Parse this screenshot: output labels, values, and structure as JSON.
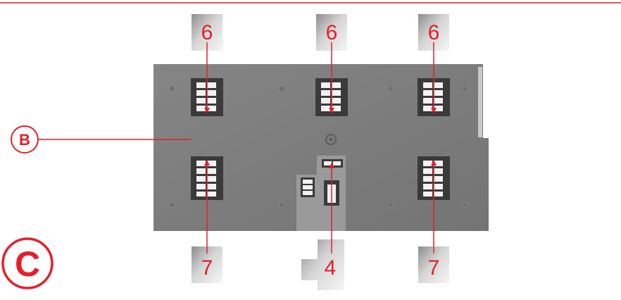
{
  "step_label": "C",
  "callout_label": "B",
  "parts": {
    "top_left": "6",
    "top_center": "6",
    "top_right": "6",
    "bottom_left": "7",
    "bottom_center": "4",
    "bottom_right": "7"
  },
  "colors": {
    "accent": "#e3202a",
    "wall": "#7b7b7b",
    "window_frame": "#3a3a3a",
    "pane": "#f2f2f2"
  }
}
